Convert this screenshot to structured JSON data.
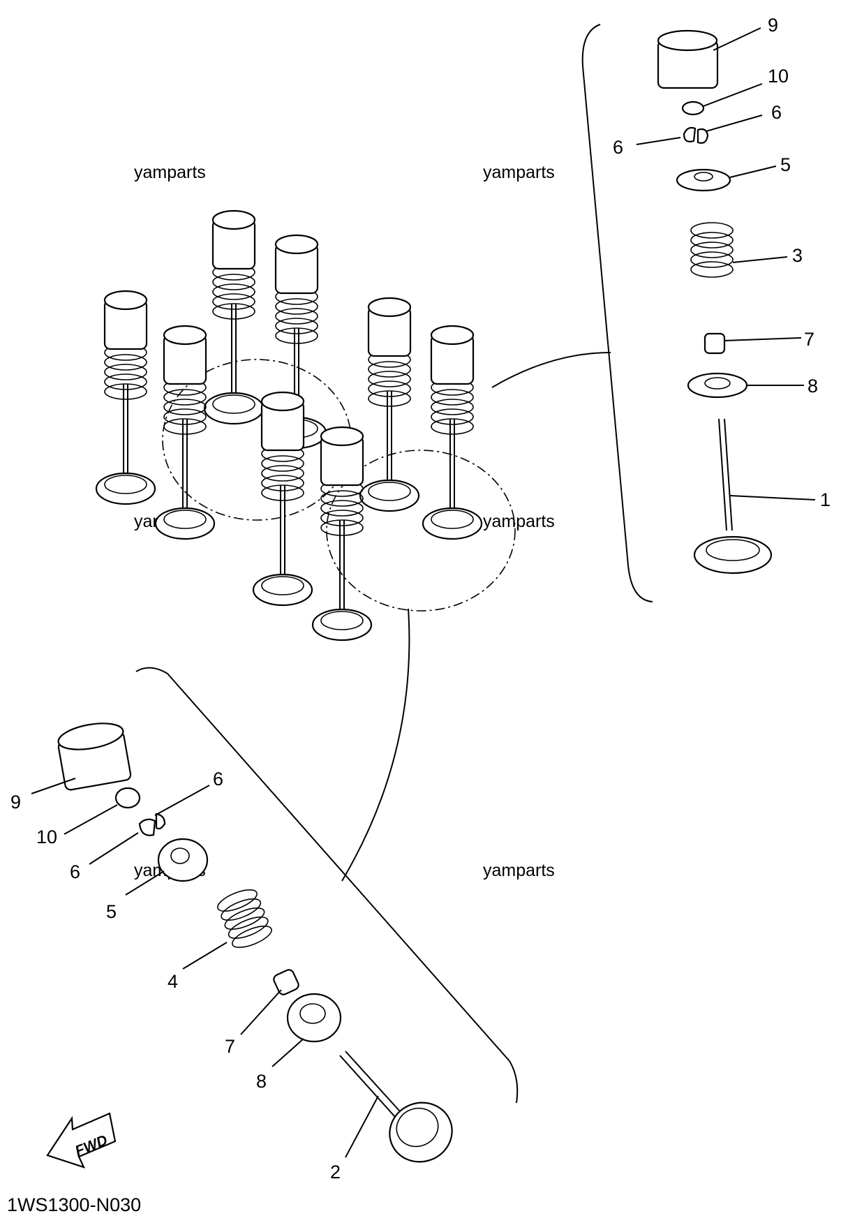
{
  "watermarks": [
    "yamparts",
    "yamparts",
    "yamparts",
    "yamparts",
    "yamparts",
    "yamparts"
  ],
  "diagram_code": "1WS1300-N030",
  "fwd_label": "FWD",
  "callouts_right": [
    "9",
    "10",
    "6",
    "6",
    "5",
    "3",
    "7",
    "8",
    "1"
  ],
  "callouts_left": [
    "9",
    "10",
    "6",
    "6",
    "5",
    "4",
    "7",
    "8",
    "2"
  ]
}
